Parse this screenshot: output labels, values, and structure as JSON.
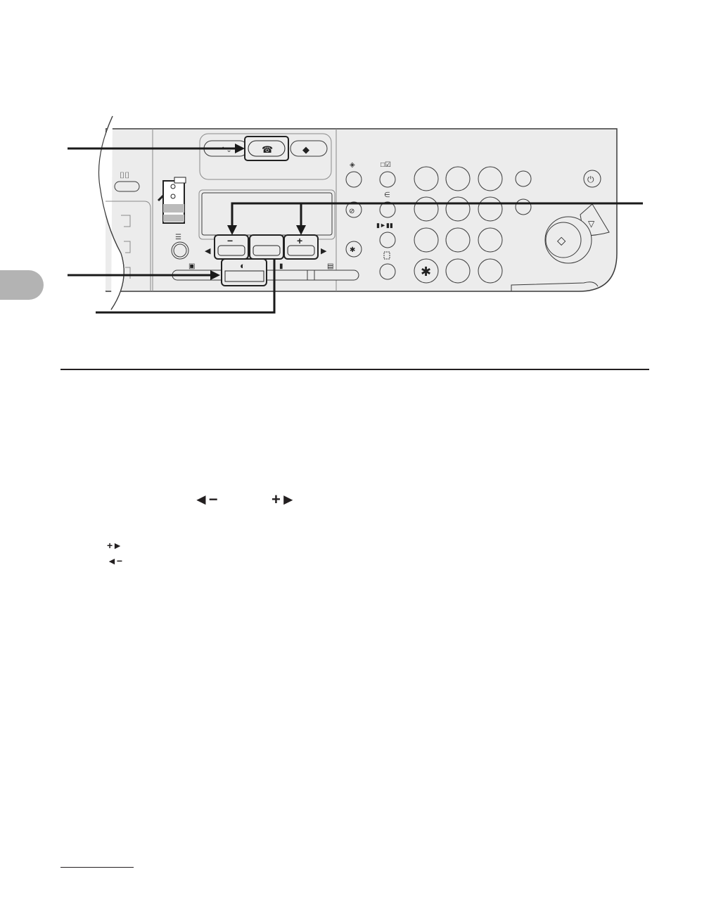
{
  "page": {
    "chapter_tab_color": "#b3b3b3",
    "rule_color": "#231f20"
  },
  "illustration": {
    "name": "Operation panel",
    "panel_fill": "#ececec",
    "outline_color": "#3a3a3a",
    "callouts": [
      {
        "id": "callout-1",
        "target": "fax-key"
      },
      {
        "id": "callout-2",
        "target": "density-key",
        "sub_targets": [
          "minus-key",
          "plus-key"
        ]
      },
      {
        "id": "callout-3",
        "target": "density-key"
      },
      {
        "id": "callout-4",
        "target": "ok-key"
      }
    ],
    "keys": {
      "minus_label": "−",
      "plus_label": "+",
      "left_arrow": "◀",
      "right_arrow": "▶",
      "density_icon": "◐",
      "star_label": "✱",
      "start_icon": "◇",
      "stop_icon": "▽",
      "power_icon": "⏻"
    }
  },
  "body": {
    "inline_keys_line": {
      "left_key": "◄−",
      "right_key": "+►"
    },
    "list_keys": [
      {
        "glyph": "+►"
      },
      {
        "glyph": "◄−"
      }
    ]
  }
}
